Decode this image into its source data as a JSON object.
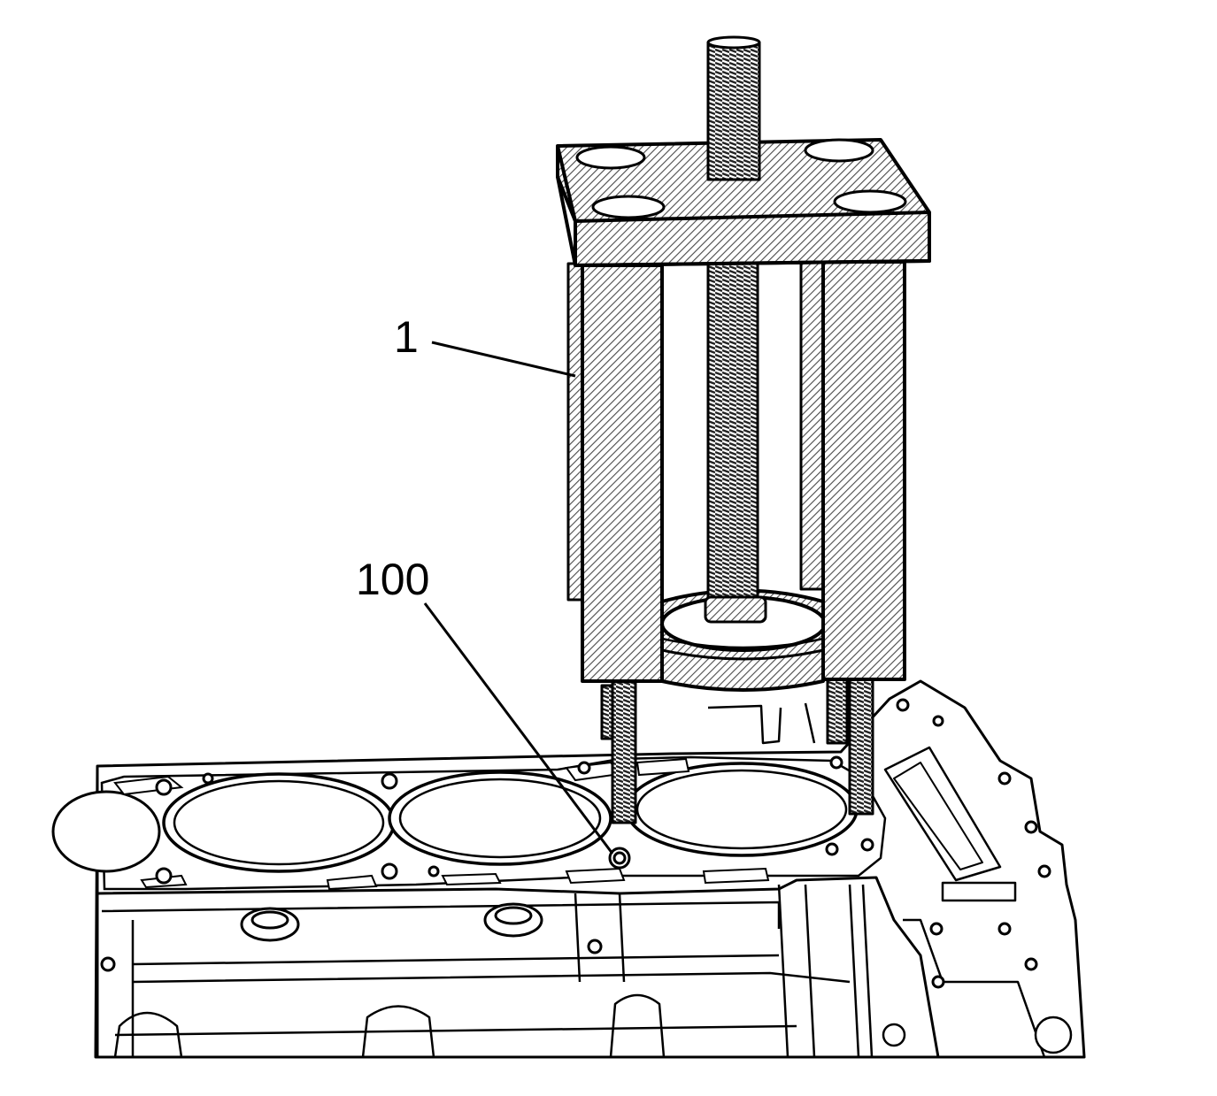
{
  "callouts": [
    {
      "id": "1",
      "label": "1",
      "target": "puller-tool"
    },
    {
      "id": "100",
      "label": "100",
      "target": "cylinder-head-dowel"
    }
  ],
  "colors": {
    "line": "#000000",
    "background": "#ffffff",
    "hatch": "#555555"
  }
}
